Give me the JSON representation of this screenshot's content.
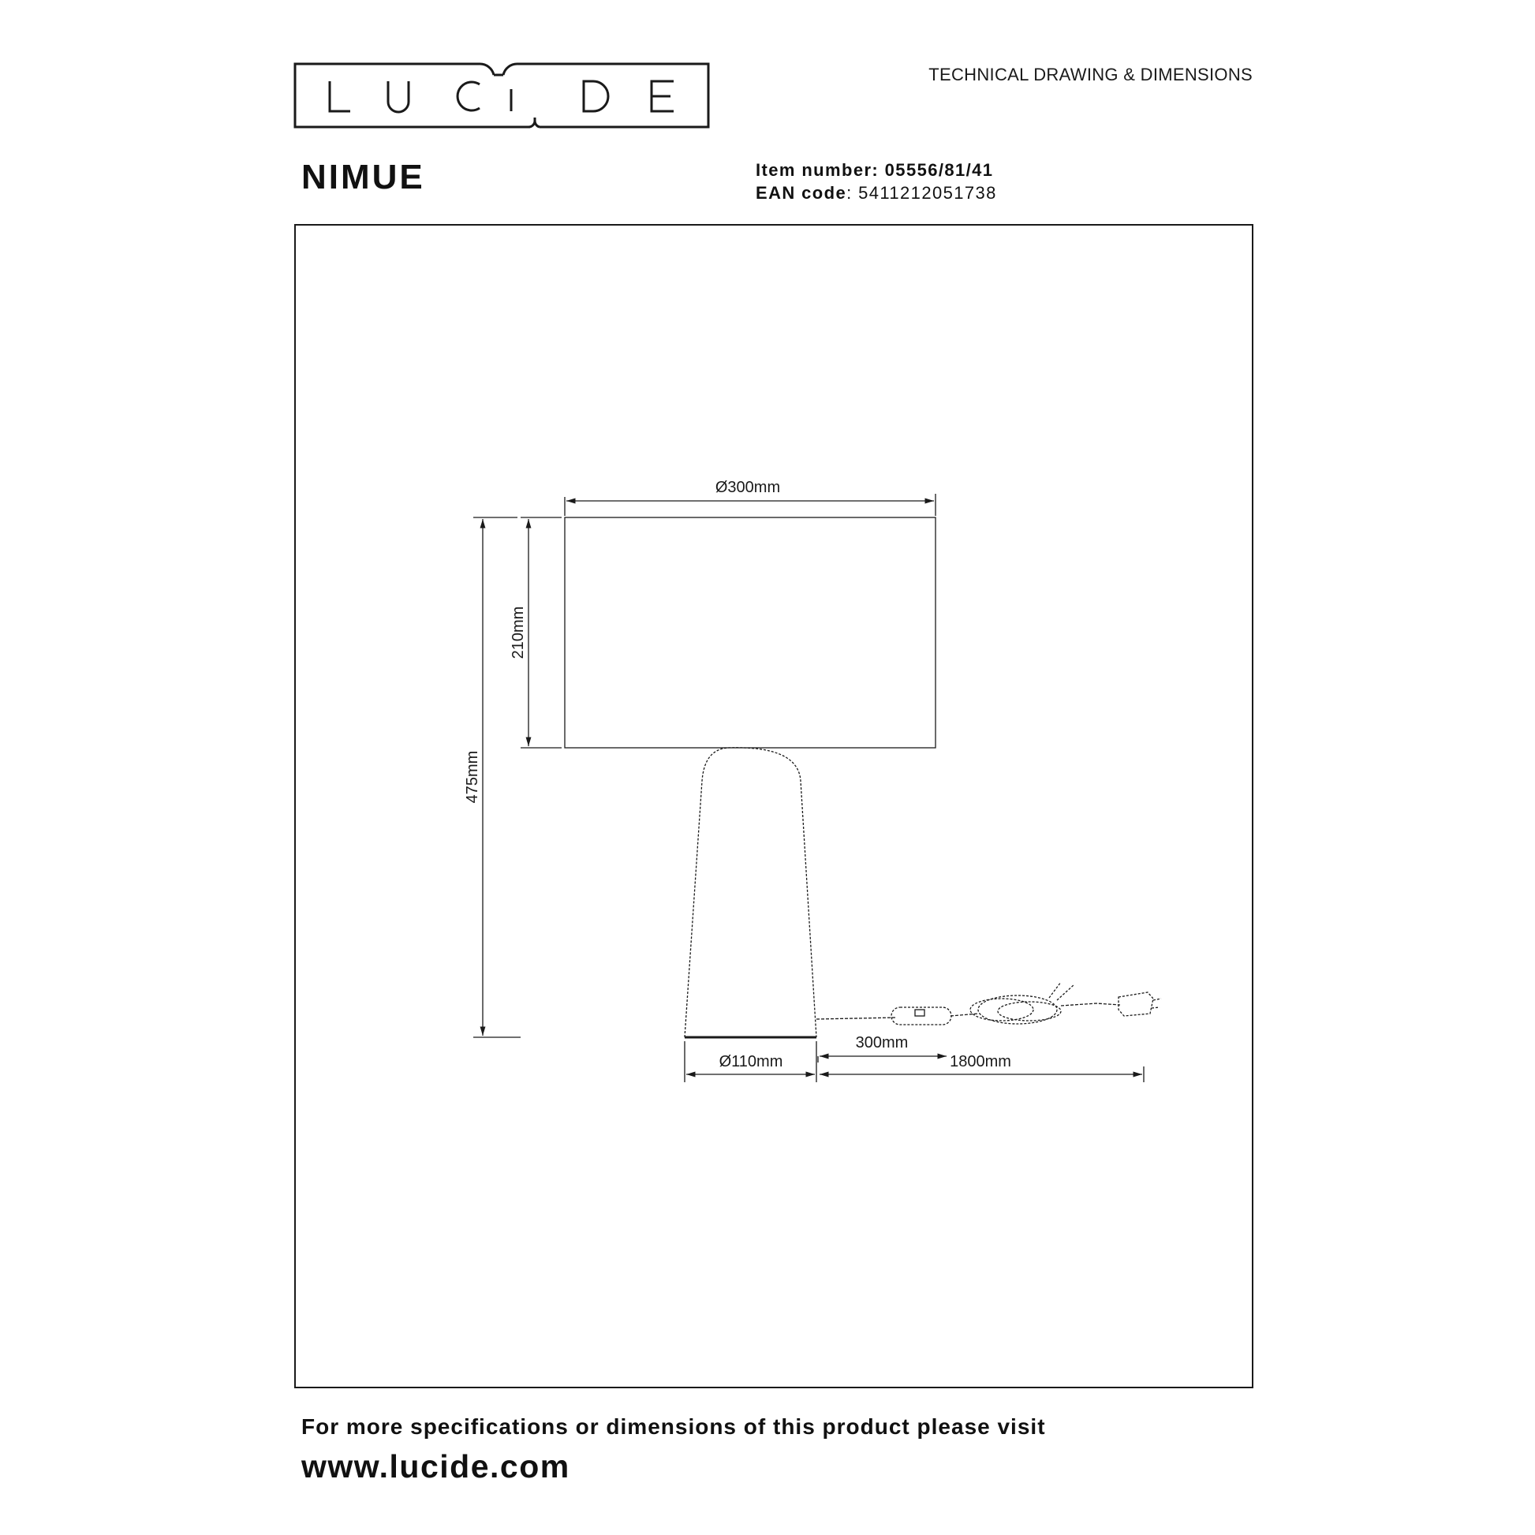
{
  "brand": {
    "logo_text": "LUCIDE"
  },
  "header": {
    "doc_type": "TECHNICAL DRAWING & DIMENSIONS",
    "product_name": "NIMUE",
    "item_number_label": "Item number:",
    "item_number_value": "05556/81/41",
    "ean_label": "EAN code",
    "ean_value": ": 5411212051738"
  },
  "dimensions": {
    "shade_diameter": "Ø300mm",
    "shade_height": "210mm",
    "total_height": "475mm",
    "base_diameter": "Ø110mm",
    "switch_distance": "300mm",
    "cable_length": "1800mm"
  },
  "footer": {
    "note": "For more specifications or dimensions of this product please visit",
    "url": "www.lucide.com"
  },
  "colors": {
    "ink": "#1a1a1a",
    "background": "#ffffff"
  }
}
